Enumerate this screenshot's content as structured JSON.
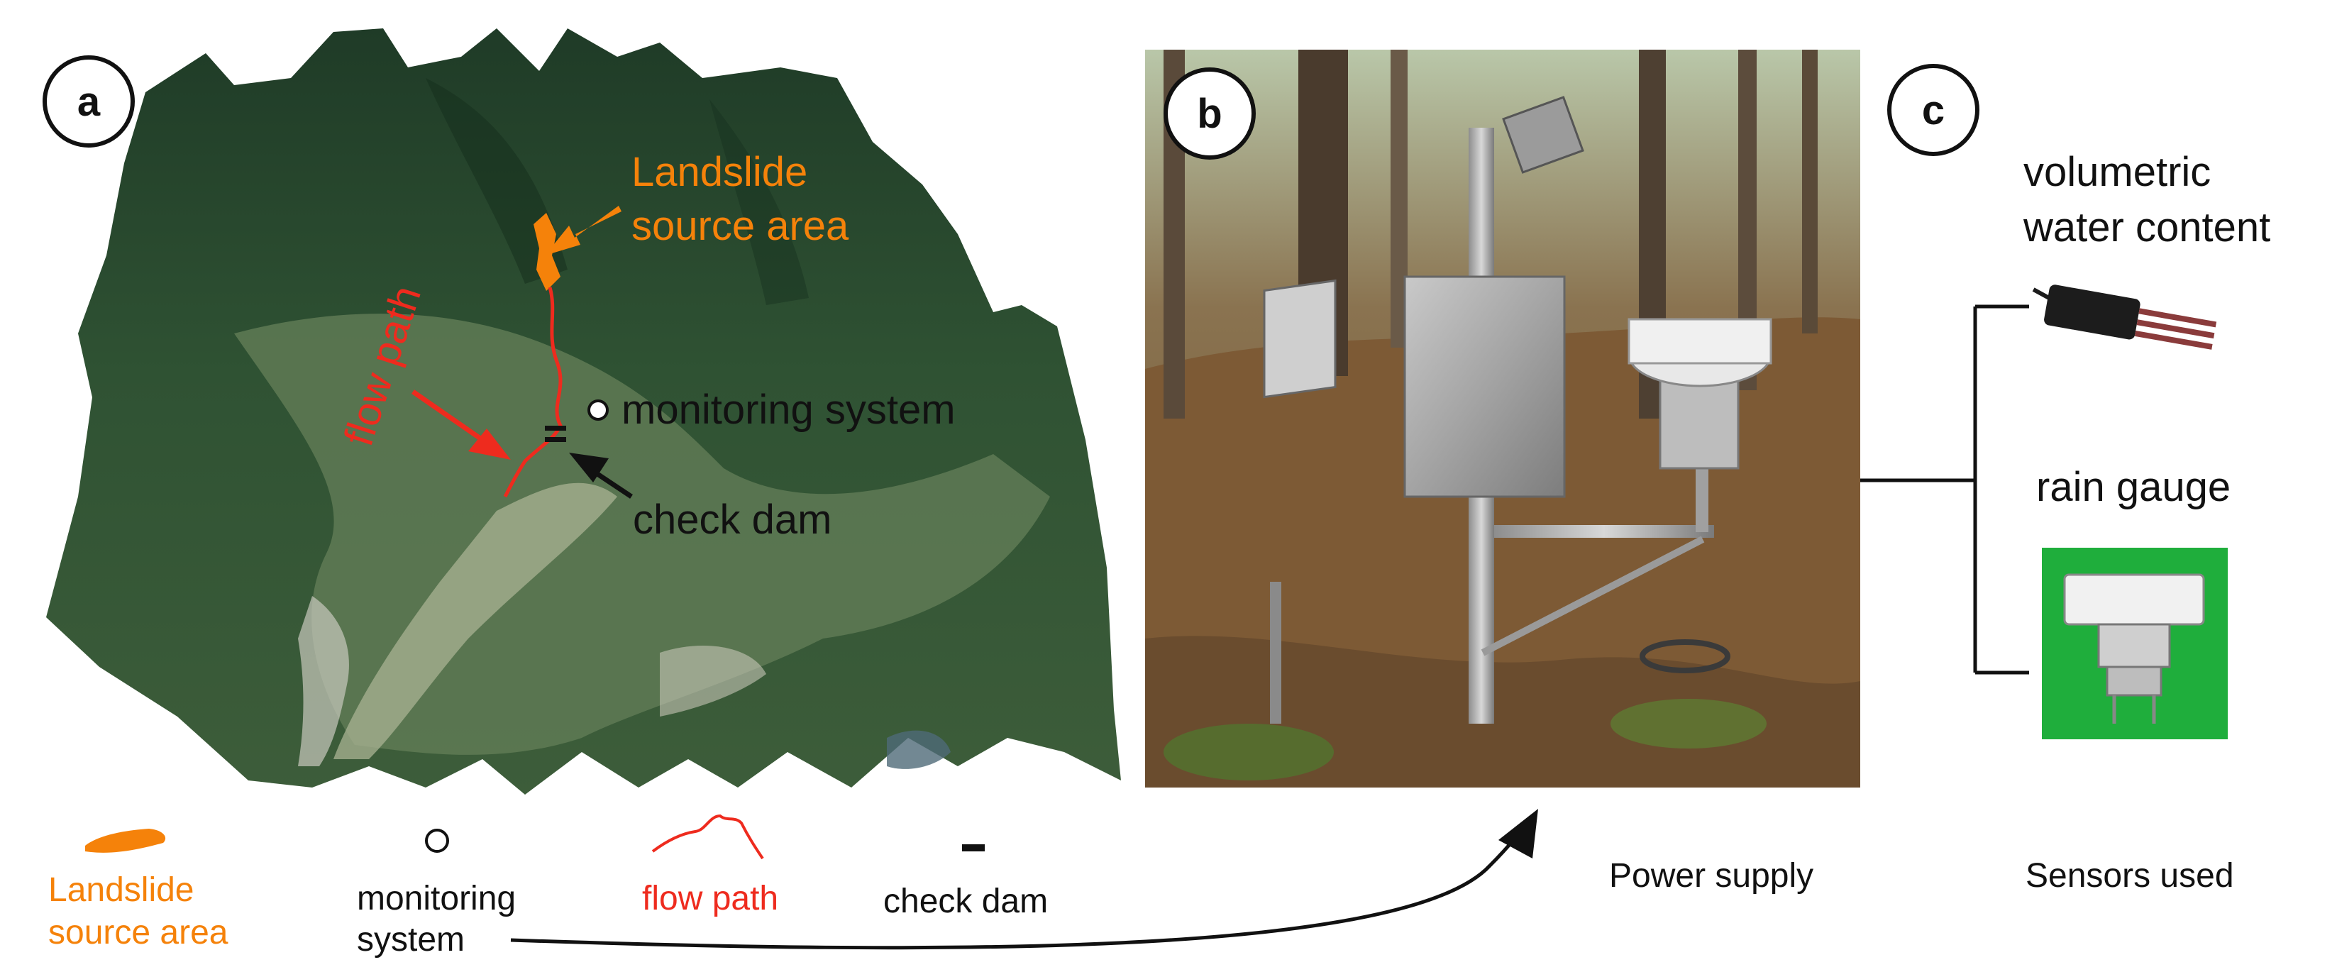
{
  "panels": {
    "a": {
      "label": "a"
    },
    "b": {
      "label": "b"
    },
    "c": {
      "label": "c"
    }
  },
  "map_annotations": {
    "landslide_source": [
      "Landslide",
      "source area"
    ],
    "flow_path": "flow path",
    "monitoring_system": "monitoring system",
    "check_dam": "check dam"
  },
  "legend": {
    "landslide_source": [
      "Landslide",
      "source area"
    ],
    "monitoring_system": [
      "monitoring",
      "system"
    ],
    "flow_path": "flow path",
    "check_dam": "check dam"
  },
  "captions": {
    "power_supply": "Power supply",
    "sensors_used": "Sensors used"
  },
  "sensors": {
    "soil_moisture": [
      "volumetric",
      "water content"
    ],
    "rain_gauge": "rain gauge"
  },
  "colors": {
    "landslide": "#f5820a",
    "flow_path": "#ee2b1e",
    "text": "#111111",
    "forest_dark": "#23442c",
    "forest_mid": "#3a6038",
    "valley_light": "#8a9a78",
    "sensor_green": "#1fae3c"
  }
}
